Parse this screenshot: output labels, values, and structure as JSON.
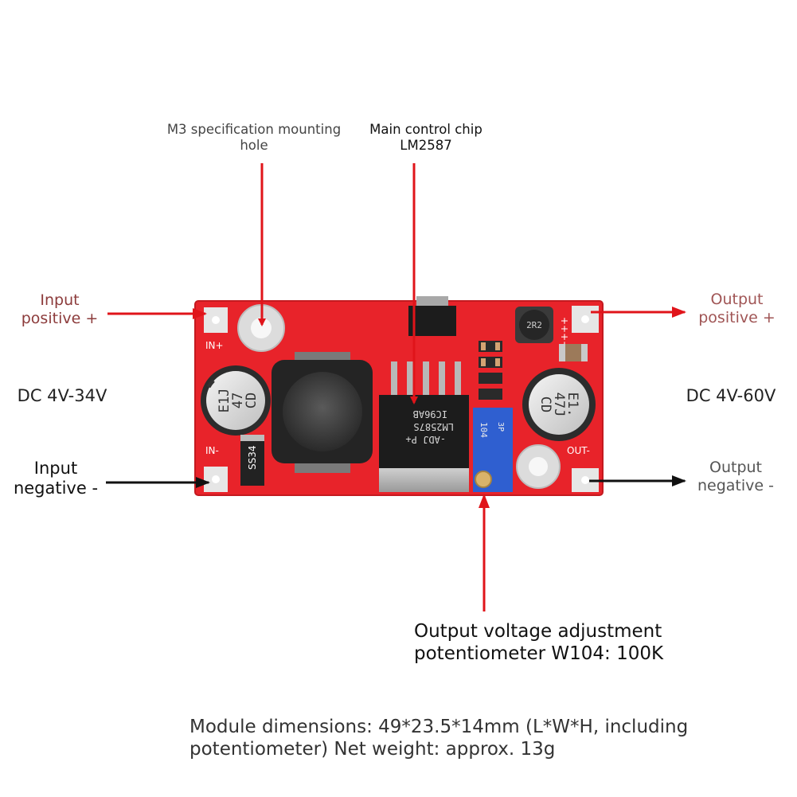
{
  "labels": {
    "mounting_hole": {
      "line1": "M3 specification mounting",
      "line2": "hole"
    },
    "main_chip": {
      "line1": "Main control chip",
      "line2": "LM2587"
    },
    "input_positive": {
      "line1": "Input",
      "line2": "positive +"
    },
    "output_positive": {
      "line1": "Output",
      "line2": "positive +"
    },
    "input_range": "DC 4V-34V",
    "output_range": "DC 4V-60V",
    "input_negative": {
      "line1": "Input",
      "line2": "negative -"
    },
    "output_negative": {
      "line1": "Output",
      "line2": "negative -"
    },
    "potentiometer": {
      "line1": "Output voltage adjustment",
      "line2": "potentiometer W104: 100K"
    },
    "specs": {
      "line1": "Module dimensions: 49*23.5*14mm (L*W*H, including",
      "line2": "potentiometer) Net weight: approx. 13g"
    }
  },
  "board": {
    "silkscreen": {
      "in_plus": "IN+",
      "in_minus": "IN-",
      "out_minus": "OUT-",
      "out_plus_marks": "++++"
    },
    "cap_left": {
      "line1": "E1J",
      "line2": "47",
      "line3": "CD"
    },
    "cap_right": {
      "line1": "E1.",
      "line2": "47J",
      "line3": "CD"
    },
    "inductor_small": "2R2",
    "chip_markings": {
      "line1": "-ADJ P+",
      "line2": "LM2587S",
      "line3": "IC96AB"
    },
    "pot_markings": {
      "line1": "104",
      "line2": "3P"
    },
    "diode_marking": "SS34"
  },
  "colors": {
    "pcb": "#e8232a",
    "arrow_red": "#e0141a",
    "arrow_black": "#111111"
  }
}
